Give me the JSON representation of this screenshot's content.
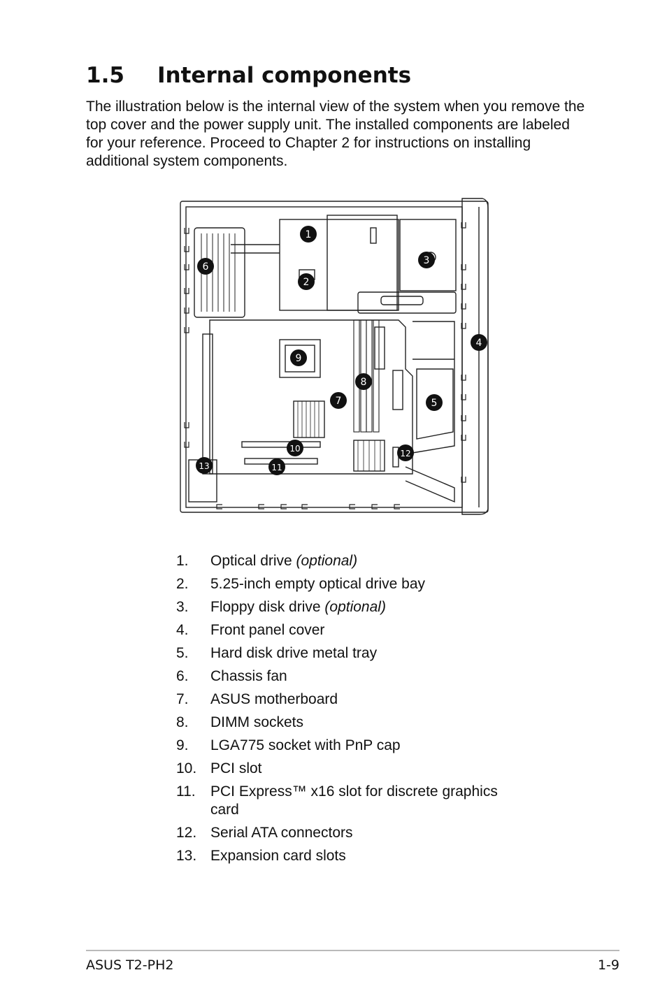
{
  "section": {
    "number": "1.5",
    "title": "Internal components"
  },
  "intro": "The illustration below is the internal view of the system when you remove the top cover and the power supply unit. The installed components are labeled for your reference. Proceed to Chapter 2 for instructions on installing additional system components.",
  "callouts": [
    "1",
    "2",
    "3",
    "4",
    "5",
    "6",
    "7",
    "8",
    "9",
    "10",
    "11",
    "12",
    "13"
  ],
  "components": [
    {
      "num": "1.",
      "text": "Optical drive ",
      "note": "(optional)"
    },
    {
      "num": "2.",
      "text": "5.25-inch empty optical drive bay",
      "note": ""
    },
    {
      "num": "3.",
      "text": "Floppy disk drive ",
      "note": "(optional)"
    },
    {
      "num": "4.",
      "text": "Front panel cover",
      "note": ""
    },
    {
      "num": "5.",
      "text": "Hard disk drive metal tray",
      "note": ""
    },
    {
      "num": "6.",
      "text": "Chassis fan",
      "note": ""
    },
    {
      "num": "7.",
      "text": "ASUS motherboard",
      "note": ""
    },
    {
      "num": "8.",
      "text": "DIMM sockets",
      "note": ""
    },
    {
      "num": "9.",
      "text": "LGA775 socket with PnP cap",
      "note": ""
    },
    {
      "num": "10.",
      "text": "PCI slot",
      "note": ""
    },
    {
      "num": "11.",
      "text": "PCI Express™ x16 slot for discrete graphics card",
      "note": ""
    },
    {
      "num": "12.",
      "text": "Serial ATA connectors",
      "note": ""
    },
    {
      "num": "13.",
      "text": "Expansion card slots",
      "note": ""
    }
  ],
  "footer": {
    "left": "ASUS T2-PH2",
    "right": "1-9"
  }
}
